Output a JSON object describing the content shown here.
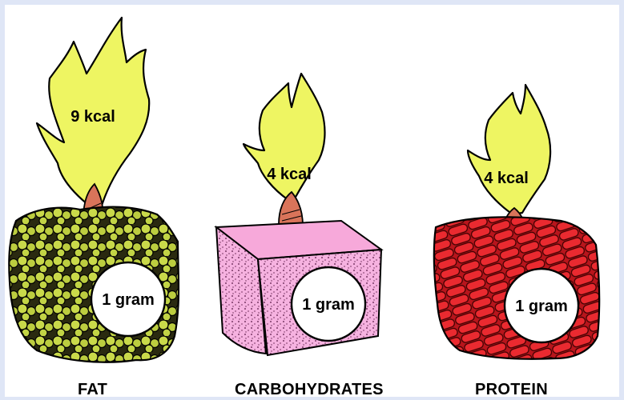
{
  "items": [
    {
      "energy": "9 kcal",
      "mass": "1 gram",
      "name": "FAT"
    },
    {
      "energy": "4 kcal",
      "mass": "1 gram",
      "name": "CARBOHYDRATES"
    },
    {
      "energy": "4 kcal",
      "mass": "1 gram",
      "name": "PROTEIN"
    }
  ],
  "colors": {
    "flame": "#eef562",
    "wick": "#d9745a",
    "fat_block": "#c9d94a",
    "carb_block": "#f4a6d8",
    "protein_block": "#e8282e",
    "frame": "#dfe6f6"
  }
}
